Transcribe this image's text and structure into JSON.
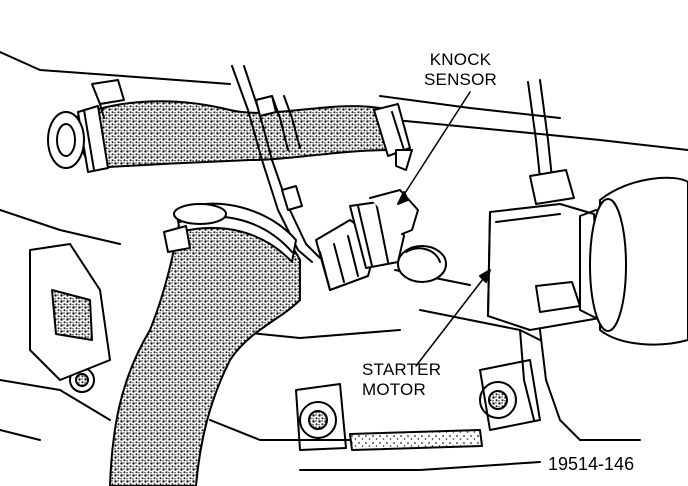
{
  "callouts": {
    "knock_sensor": {
      "line1": "KNOCK",
      "line2": "SENSOR"
    },
    "starter_motor": {
      "line1": "STARTER",
      "line2": "MOTOR"
    }
  },
  "figure_id": "19514-146",
  "colors": {
    "ink": "#000000",
    "paper": "#ffffff",
    "stipple": "#3a3a3a"
  }
}
